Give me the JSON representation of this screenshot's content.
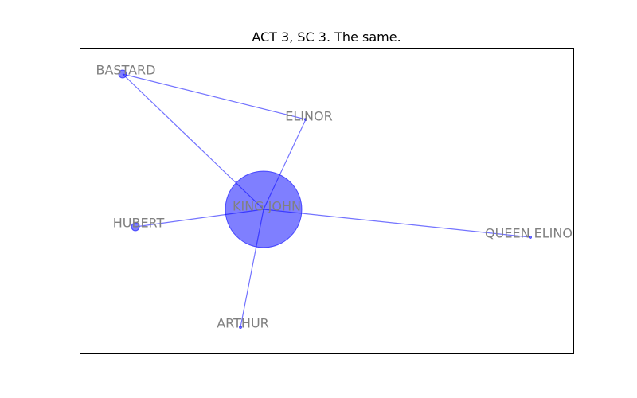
{
  "title": "ACT 3, SC 3. The same.",
  "colors": {
    "node": "#0000ff",
    "edge": "#0000ff",
    "label": "#808080",
    "frame": "#000000"
  },
  "graph": {
    "nodes": [
      {
        "id": "king-john",
        "label": "KING JOHN",
        "size_level": 5
      },
      {
        "id": "bastard",
        "label": "BASTARD",
        "size_level": 1
      },
      {
        "id": "elinor",
        "label": "ELINOR",
        "size_level": 0
      },
      {
        "id": "hubert",
        "label": "HUBERT",
        "size_level": 1
      },
      {
        "id": "queen-elinor",
        "label": "QUEEN ELINO",
        "size_level": 0
      },
      {
        "id": "arthur",
        "label": "ARTHUR",
        "size_level": 0
      }
    ],
    "edges": [
      {
        "source": "bastard",
        "target": "elinor"
      },
      {
        "source": "bastard",
        "target": "king-john"
      },
      {
        "source": "elinor",
        "target": "king-john"
      },
      {
        "source": "hubert",
        "target": "king-john"
      },
      {
        "source": "king-john",
        "target": "queen-elinor"
      },
      {
        "source": "king-john",
        "target": "arthur"
      }
    ]
  }
}
